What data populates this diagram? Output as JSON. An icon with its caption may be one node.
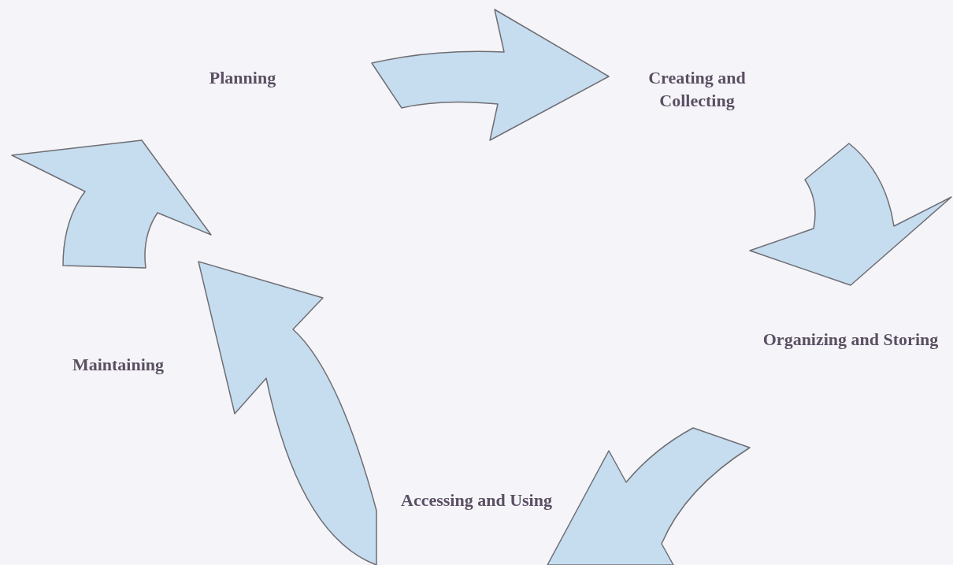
{
  "diagram": {
    "nodes": [
      {
        "text": [
          "Planning"
        ]
      },
      {
        "text": [
          "Creating and Collecting"
        ]
      },
      {
        "text": [
          "Organizing and Storing"
        ]
      },
      {
        "text": [
          "Accessing and Using"
        ]
      },
      {
        "text": [
          "Maintaining"
        ]
      }
    ],
    "edges": [
      {
        "from": 0,
        "to": 1,
        "arrow": "to"
      },
      {
        "from": 1,
        "to": 2,
        "arrow": "to"
      },
      {
        "from": 2,
        "to": 3,
        "arrow": "to"
      },
      {
        "from": 3,
        "to": 4,
        "arrow": "to"
      },
      {
        "from": 4,
        "to": 0,
        "arrow": "to"
      }
    ]
  }
}
